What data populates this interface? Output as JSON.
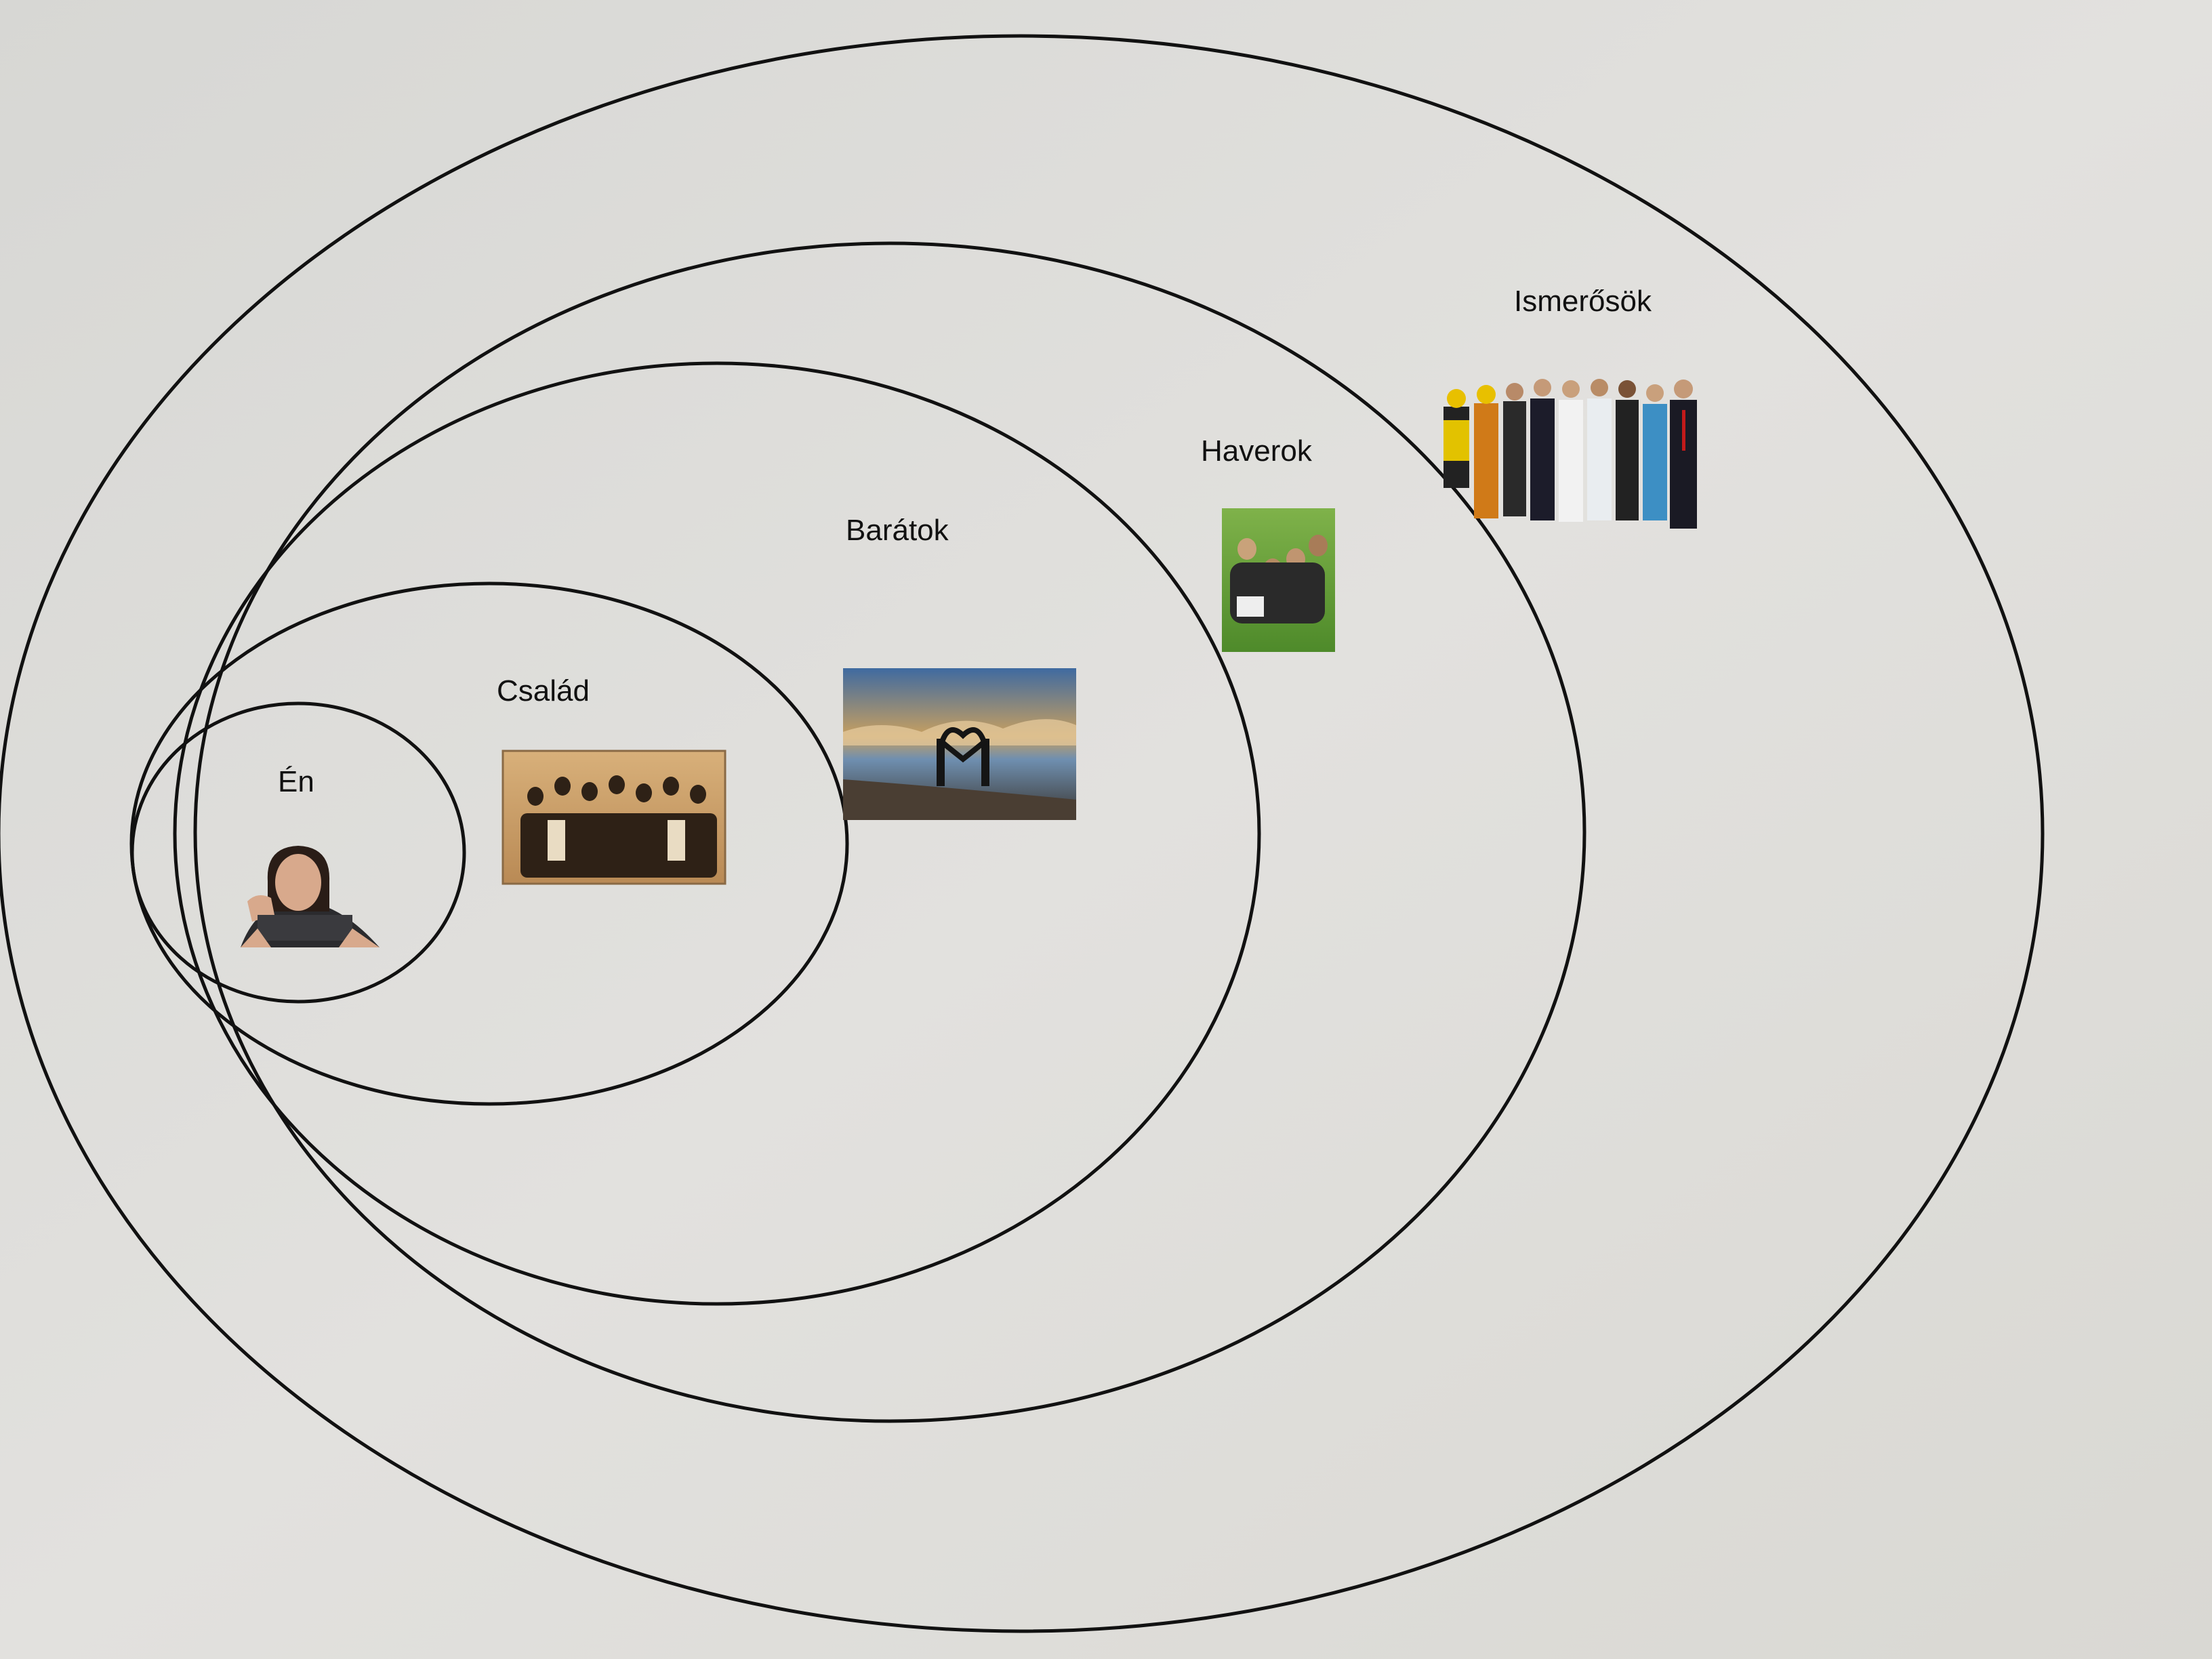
{
  "diagram": {
    "rings": [
      {
        "id": "en",
        "label": "Én",
        "picture": "portrait-of-young-woman"
      },
      {
        "id": "csalad",
        "label": "Család",
        "picture": "vintage-family-group-photo"
      },
      {
        "id": "baratok",
        "label": "Barátok",
        "picture": "couple-forming-heart-on-beach"
      },
      {
        "id": "haverok",
        "label": "Haverok",
        "picture": "group-of-friends-on-grass"
      },
      {
        "id": "ismerosok",
        "label": "Ismerősök",
        "picture": "crowd-of-people-in-work-uniforms"
      }
    ],
    "colors": {
      "paper": "#dcdcd8",
      "line": "#111111"
    }
  }
}
